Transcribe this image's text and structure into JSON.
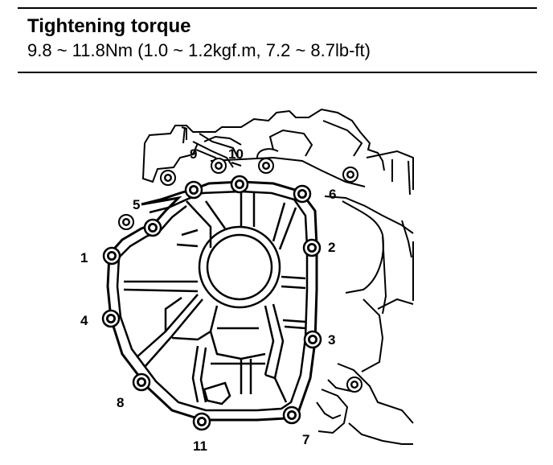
{
  "spec": {
    "title": "Tightening torque",
    "value": "9.8 ~ 11.8Nm (1.0 ~ 1.2kgf.m, 7.2 ~ 8.7lb-ft)"
  },
  "bolt_labels": {
    "b1": "1",
    "b2": "2",
    "b3": "3",
    "b4": "4",
    "b5": "5",
    "b6": "6",
    "b7": "7",
    "b8": "8",
    "b9": "9",
    "b10": "10",
    "b11": "11"
  },
  "colors": {
    "ink": "#000000",
    "paper": "#ffffff"
  }
}
